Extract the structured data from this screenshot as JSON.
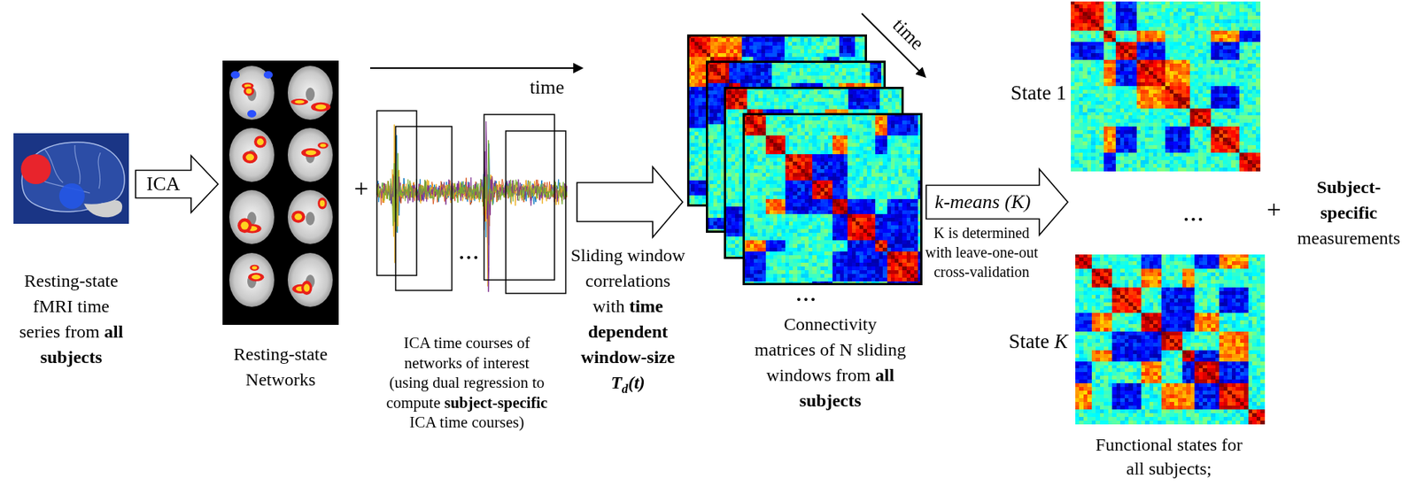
{
  "diagram": {
    "nodes": [
      {
        "text": [
          "Resting-state fMRI time series from all subjects"
        ]
      },
      {
        "text": [
          "Resting-state Networks"
        ]
      },
      {
        "text": [
          "ICA time courses of networks of interest (using dual regression to compute subject-specific ICA time courses)"
        ]
      },
      {
        "text": [
          "Connectivity matrices of N sliding windows from all subjects"
        ]
      },
      {
        "text": [
          "Functional states for all subjects;"
        ]
      },
      {
        "text": [
          "State 1"
        ],
        "in": 4
      },
      {
        "text": [
          "State K"
        ],
        "in": 4
      }
    ],
    "edges": [
      {
        "from": 0,
        "to": 1,
        "label": "ICA",
        "arrow": "to"
      },
      {
        "from": 2,
        "to": 3,
        "arrow": "to"
      },
      {
        "from": 3,
        "to": 4,
        "label": "k-means (K)",
        "arrow": "to"
      }
    ],
    "labels": [
      "+",
      "time",
      "...",
      "Sliding window correlations with time dependent window-size Td(t)",
      "...",
      "time",
      "K is determined with leave-one-out cross-validation",
      "...",
      "+",
      "Subject-specific measurements"
    ]
  }
}
